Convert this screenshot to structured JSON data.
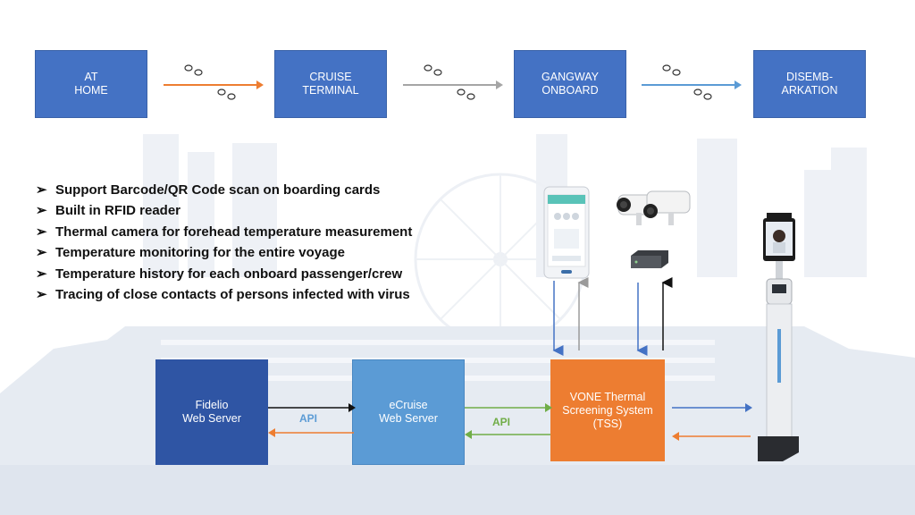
{
  "flow": {
    "steps": [
      {
        "label": "AT\nHOME"
      },
      {
        "label": "CRUISE\nTERMINAL"
      },
      {
        "label": "GANGWAY\nONBOARD"
      },
      {
        "label": "DISEMB-\nARKATION"
      }
    ],
    "arrow_colors": [
      "#ed7d31",
      "#a5a5a5",
      "#5b9bd5"
    ]
  },
  "features": [
    "Support Barcode/QR Code scan on boarding cards",
    "Built in RFID reader",
    "Thermal camera for forehead temperature measurement",
    "Temperature monitoring for the entire voyage",
    "Temperature history for each onboard passenger/crew",
    "Tracing of close contacts of persons infected with virus"
  ],
  "servers": {
    "fidelio": {
      "label": "Fidelio\nWeb Server",
      "color": "#2f55a4"
    },
    "ecruise": {
      "label": "eCruise\nWeb Server",
      "color": "#5b9bd5"
    },
    "tss": {
      "label": "VONE Thermal\nScreening System\n(TSS)",
      "color": "#ed7d31"
    }
  },
  "api_labels": {
    "left": "API",
    "right": "API"
  },
  "colors": {
    "accent_blue": "#4472c4",
    "api_left": "#5b9bd5",
    "api_right": "#70ad47"
  },
  "icons": [
    "footprints-icon",
    "mobile-terminal-icon",
    "thermal-camera-icon",
    "nvr-box-icon",
    "face-scanner-kiosk-icon"
  ]
}
